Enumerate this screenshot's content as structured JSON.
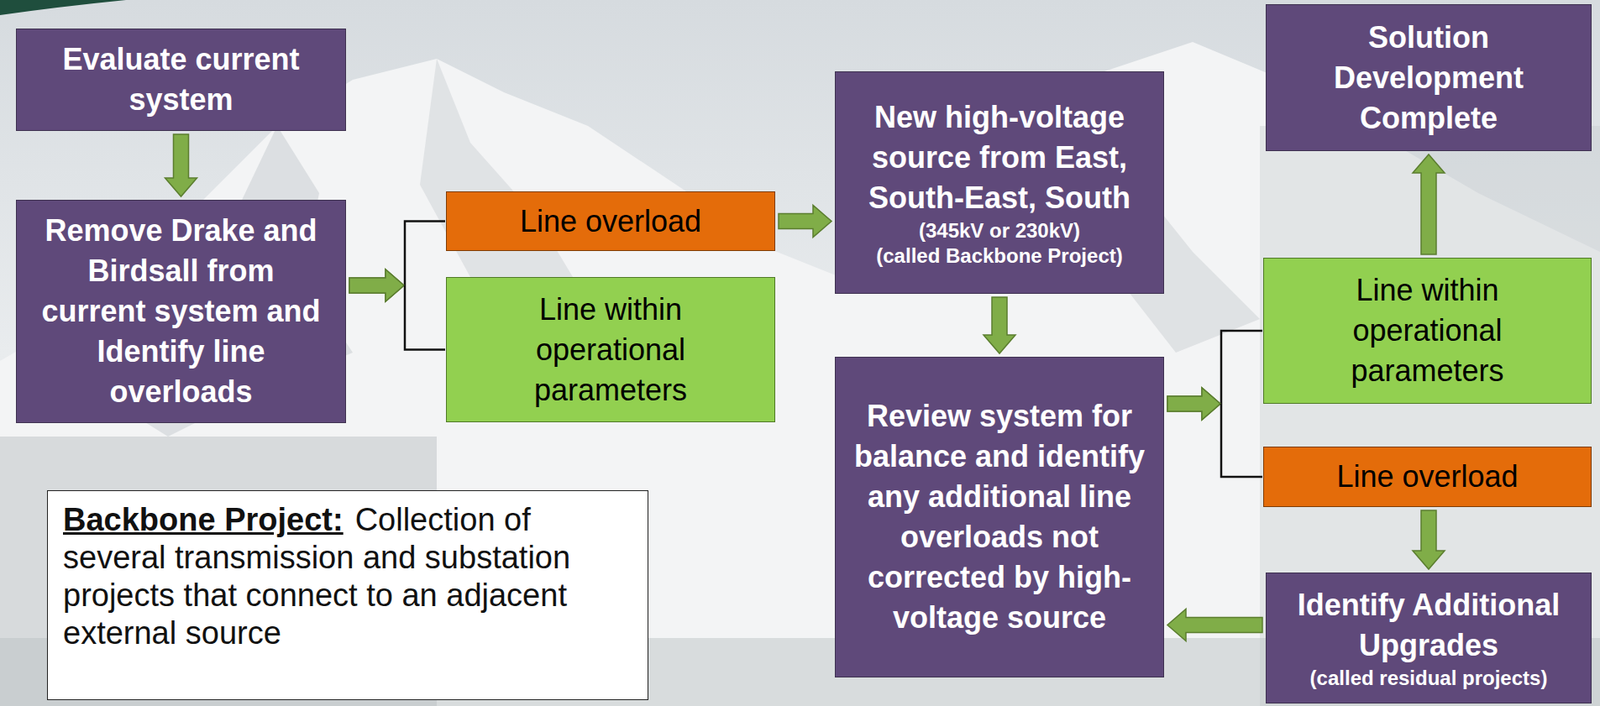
{
  "diagram": {
    "nodes": [
      {
        "text": [
          "Evaluate current system"
        ]
      },
      {
        "text": [
          "Remove Drake and Birdsall from current system and Identify line overloads"
        ]
      },
      {
        "text": [
          "Line overload"
        ]
      },
      {
        "text": [
          "Line within operational parameters"
        ]
      },
      {
        "text": [
          "New high-voltage source from East, South-East, South",
          "(345kV or 230kV)",
          "(called Backbone Project)"
        ]
      },
      {
        "text": [
          "Review system for balance and identify any additional line overloads not corrected by high-voltage source"
        ]
      },
      {
        "text": [
          "Solution Development Complete"
        ]
      },
      {
        "text": [
          "Line within operational parameters"
        ]
      },
      {
        "text": [
          "Line overload"
        ]
      },
      {
        "text": [
          "Identify Additional Upgrades",
          "(called residual projects)"
        ]
      },
      {
        "text": [
          "Backbone Project:",
          "Collection of several transmission and substation projects that connect to an adjacent external source"
        ]
      }
    ],
    "edges": [
      {
        "from": 0,
        "to": 1,
        "arrow": "to"
      },
      {
        "from": 1,
        "to": 2,
        "arrow": "to"
      },
      {
        "from": 1,
        "to": 3,
        "arrow": "to"
      },
      {
        "from": 2,
        "to": 4,
        "arrow": "to"
      },
      {
        "from": 4,
        "to": 5,
        "arrow": "to"
      },
      {
        "from": 5,
        "to": 7,
        "arrow": "to"
      },
      {
        "from": 5,
        "to": 8,
        "arrow": "to"
      },
      {
        "from": 7,
        "to": 6,
        "arrow": "to"
      },
      {
        "from": 8,
        "to": 9,
        "arrow": "to"
      },
      {
        "from": 9,
        "to": 5,
        "arrow": "to"
      }
    ]
  }
}
